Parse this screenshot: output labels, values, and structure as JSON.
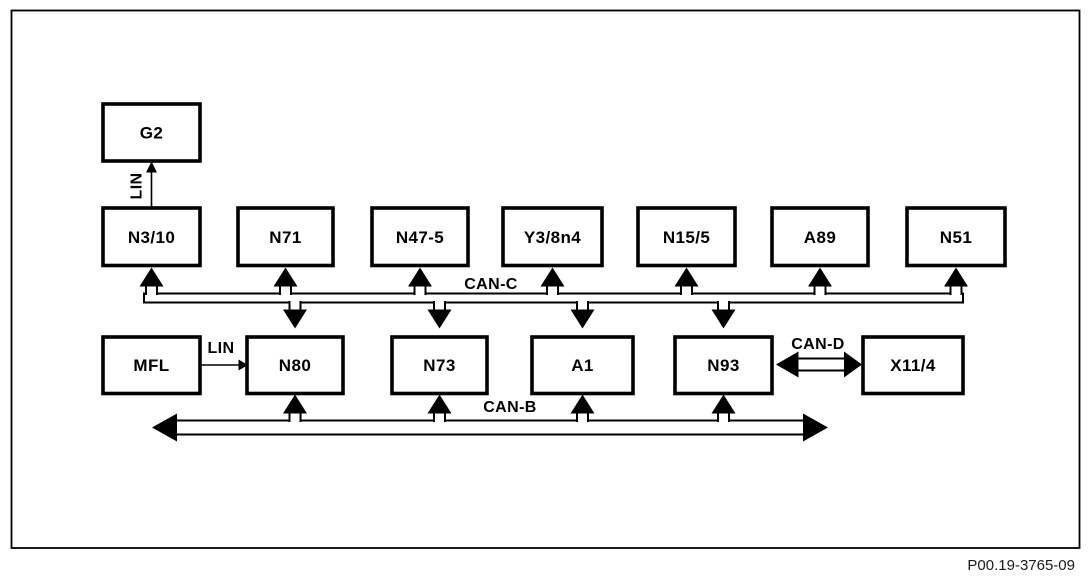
{
  "figure_code": "P00.19-3765-09",
  "nodes": {
    "g2": "G2",
    "top": [
      "N3/10",
      "N71",
      "N47-5",
      "Y3/8n4",
      "N15/5",
      "A89",
      "N51"
    ],
    "mid": [
      "MFL",
      "N80",
      "N73",
      "A1",
      "N93",
      "X11/4"
    ]
  },
  "buses": {
    "can_c": "CAN-C",
    "can_b": "CAN-B",
    "can_d": "CAN-D"
  },
  "links": {
    "lin_g2": "LIN",
    "lin_mfl": "LIN"
  },
  "colors": {
    "line": "#000000",
    "background": "#ffffff"
  }
}
